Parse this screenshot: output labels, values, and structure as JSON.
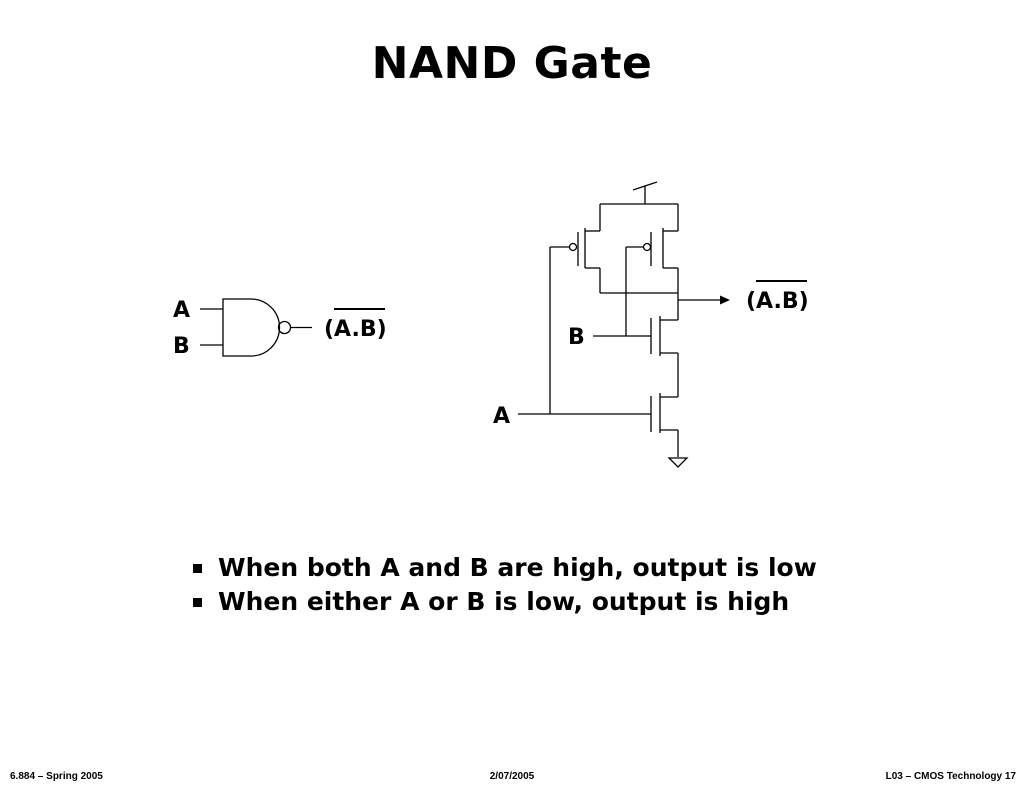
{
  "slide": {
    "title": "NAND Gate"
  },
  "gate_symbol": {
    "input_a": "A",
    "input_b": "B",
    "output": "(A.B)"
  },
  "transistor_circuit": {
    "input_a": "A",
    "input_b": "B",
    "output": "(A.B)"
  },
  "bullets": [
    "When both A and B are high, output is low",
    "When either A or B is low, output is high"
  ],
  "footer": {
    "left": "6.884 – Spring 2005",
    "center": "2/07/2005",
    "right": "L03 – CMOS Technology  17"
  }
}
